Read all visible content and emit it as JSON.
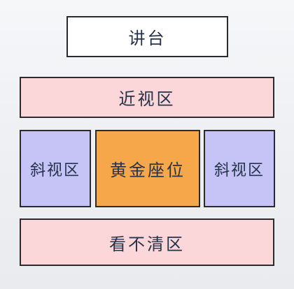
{
  "diagram": {
    "podium": {
      "label": "讲台"
    },
    "near_zone": {
      "label": "近视区"
    },
    "side_left": {
      "label": "斜视区"
    },
    "golden_zone": {
      "label": "黄金座位"
    },
    "side_right": {
      "label": "斜视区"
    },
    "unclear_zone": {
      "label": "看不清区"
    }
  },
  "colors": {
    "podium": "#ffffff",
    "near_zone": "#fbd7d9",
    "side_zone": "#c6c4f7",
    "golden_zone": "#f6a74a",
    "unclear_zone": "#fbd7d9",
    "border": "#2b2b2b",
    "text": "#24324a"
  }
}
